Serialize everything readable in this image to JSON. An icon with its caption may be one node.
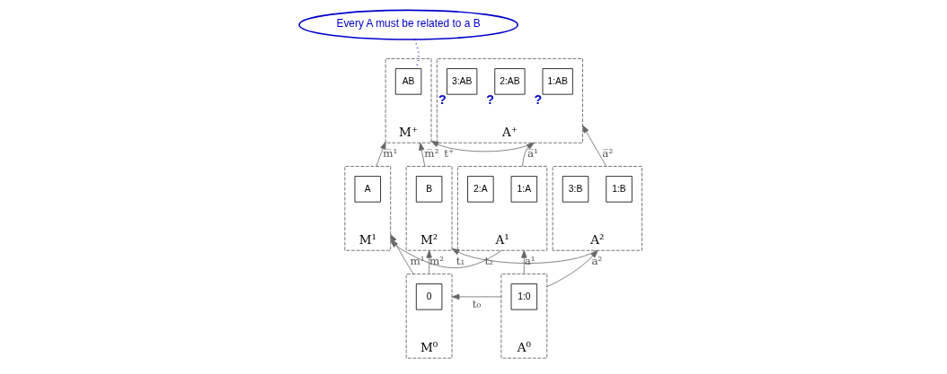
{
  "diagram": {
    "nodes": [
      {
        "text": [
          "M⁺"
        ]
      },
      {
        "text": [
          "AB"
        ],
        "in": 0
      },
      {
        "text": [
          "M¹"
        ]
      },
      {
        "text": [
          "A"
        ],
        "in": 2
      },
      {
        "text": [
          "M²"
        ]
      },
      {
        "text": [
          "B"
        ],
        "in": 4
      },
      {
        "text": [
          "M⁰"
        ]
      },
      {
        "text": [
          "0"
        ],
        "in": 6
      },
      {
        "text": [
          "A⁺"
        ]
      },
      {
        "text": [
          "1:AB"
        ],
        "in": 8,
        "beside": [
          "?"
        ]
      },
      {
        "text": [
          "2:AB"
        ],
        "in": 8,
        "beside": [
          "?"
        ]
      },
      {
        "text": [
          "3:AB"
        ],
        "in": 8,
        "beside": [
          "?"
        ]
      },
      {
        "text": [
          "A¹"
        ]
      },
      {
        "text": [
          "1:A"
        ],
        "in": 12
      },
      {
        "text": [
          "2:A"
        ],
        "in": 12
      },
      {
        "text": [
          "A²"
        ]
      },
      {
        "text": [
          "1:B"
        ],
        "in": 15
      },
      {
        "text": [
          "3:B"
        ],
        "in": 15
      },
      {
        "text": [
          "A⁰"
        ]
      },
      {
        "text": [
          "1:0"
        ],
        "in": 18
      },
      {
        "text": [
          "Every A must be related to a B"
        ]
      }
    ],
    "edges": [
      {
        "from": 2,
        "to": 0,
        "arrow": "to",
        "label": "m̅¹"
      },
      {
        "from": 4,
        "to": 0,
        "arrow": "to",
        "label": "m̅²"
      },
      {
        "from": 6,
        "to": 2,
        "arrow": "to",
        "label": "m¹"
      },
      {
        "from": 6,
        "to": 4,
        "arrow": "to",
        "label": "m²"
      },
      {
        "from": 12,
        "to": 8,
        "arrow": "to",
        "label": "a̅¹"
      },
      {
        "from": 15,
        "to": 8,
        "arrow": "to",
        "label": "a̅²"
      },
      {
        "from": 18,
        "to": 12,
        "arrow": "to",
        "label": "a¹"
      },
      {
        "from": 18,
        "to": 15,
        "arrow": "to",
        "label": "a²"
      },
      {
        "from": 8,
        "to": 0,
        "arrow": "to",
        "label": "t⁺"
      },
      {
        "from": 12,
        "to": 2,
        "arrow": "to",
        "label": "t₁"
      },
      {
        "from": 15,
        "to": 4,
        "arrow": "to",
        "label": "t₂"
      },
      {
        "from": 18,
        "to": 6,
        "arrow": "to",
        "label": "t₀"
      },
      {
        "from": 20,
        "to": 1,
        "arrow": "none",
        "style": "dashed",
        "color": "#0000cc"
      }
    ]
  }
}
